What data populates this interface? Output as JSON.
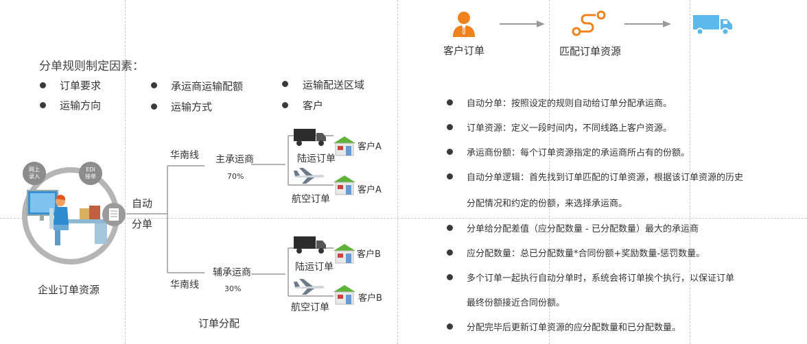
{
  "flow": {
    "steps": [
      {
        "label": "客户订单",
        "icon": "person-icon"
      },
      {
        "label": "匹配订单资源",
        "icon": "route-icon"
      },
      {
        "label": "",
        "icon": "truck-icon"
      }
    ]
  },
  "factors": {
    "title": "分单规则制定因素：",
    "items": [
      "订单要求",
      "承运商运输配额",
      "运输配送区域",
      "运输方向",
      "运输方式",
      "客户"
    ]
  },
  "enterprise": {
    "label": "企业订单资源",
    "badge_online": [
      "网上",
      "录入"
    ],
    "badge_edi": [
      "EDI",
      "接单"
    ]
  },
  "auto_split": [
    "自动",
    "分单"
  ],
  "branches": [
    {
      "line_label": "华南线",
      "carrier": "主承运商",
      "percent": "70%",
      "land_label": "陆运订单",
      "air_label": "航空订单",
      "customer_land": "客户A",
      "customer_air": "客户A"
    },
    {
      "line_label": "华南线",
      "carrier": "辅承运商",
      "percent": "30%",
      "land_label": "陆运订单",
      "air_label": "航空订单",
      "customer_land": "客户B",
      "customer_air": "客户B"
    }
  ],
  "distribution_label": "订单分配",
  "bullets": [
    "自动分单：按照设定的规则自动给订单分配承运商。",
    "订单资源：定义一段时间内，不同线路上客户资源。",
    "承运商份额：每个订单资源指定的承运商所占有的份额。",
    "自动分单逻辑：首先找到订单匹配的订单资源，根据该订单资源的历史",
    "分配情况和约定的份额，来选择承运商。",
    "分单给分配差值（应分配数量 - 已分配数量）最大的承运商",
    "应分配数量：总已分配数量*合同份额+奖励数量-惩罚数量。",
    "多个订单一起执行自动分单时，系统会将订单挨个执行，以保证订单",
    "最终份额接近合同份额。",
    "分配完毕后更新订单资源的应分配数量和已分配数量。"
  ],
  "colors": {
    "orange": "#F0821E",
    "truck_blue": "#5BB8E8",
    "grey_ring": "#B5B5B5",
    "badge": "#8C8C8C",
    "house_green": "#5FB23A"
  }
}
